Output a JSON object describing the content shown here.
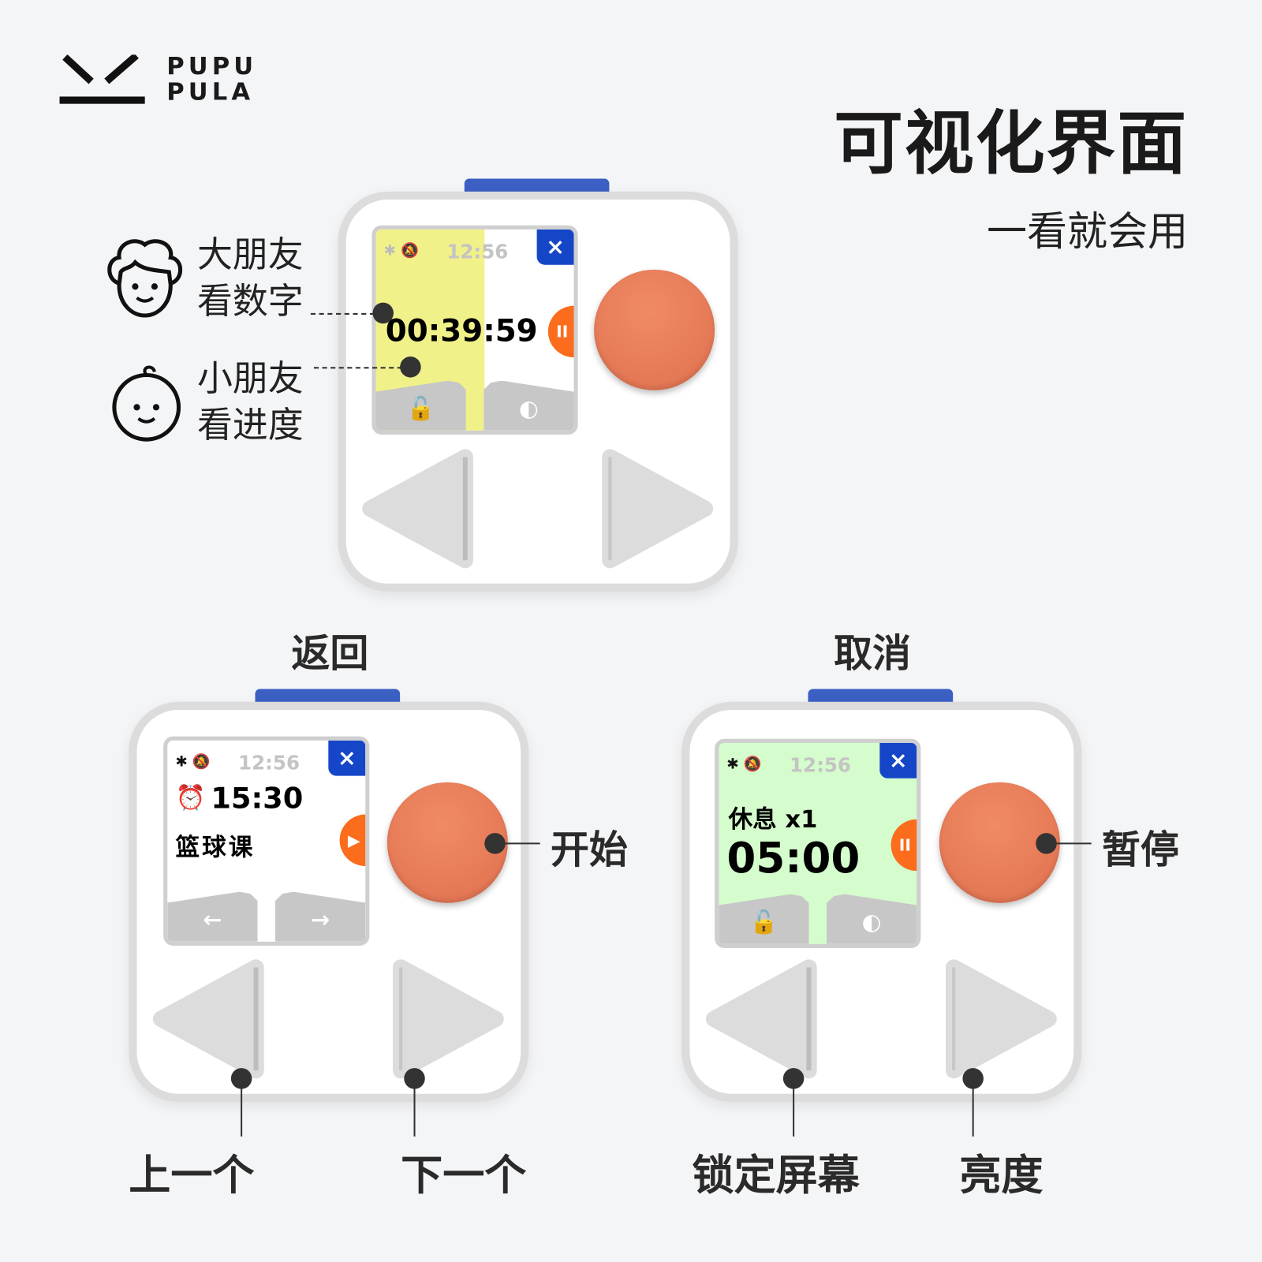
{
  "brand": {
    "line1": "PUPU",
    "line2": "PULA"
  },
  "header": {
    "title": "可视化界面",
    "subtitle": "一看就会用"
  },
  "top_device": {
    "status_time": "12:56",
    "close": "×",
    "countdown": "00:39:59",
    "pause": "II",
    "progress_fraction": 0.55,
    "left_icon": "unlock-icon",
    "right_icon": "brightness-icon",
    "callouts": [
      {
        "line1": "大朋友",
        "line2": "看数字"
      },
      {
        "line1": "小朋友",
        "line2": "看进度"
      }
    ]
  },
  "left_device": {
    "heading": "返回",
    "status_time": "12:56",
    "close": "×",
    "alarm_time": "15:30",
    "event": "篮球课",
    "play": "▶",
    "left_soft": "←",
    "right_soft": "→",
    "button_label": "开始",
    "left_tri_label": "上一个",
    "right_tri_label": "下一个"
  },
  "right_device": {
    "heading": "取消",
    "status_time": "12:56",
    "close": "×",
    "rest": "休息 x1",
    "timer": "05:00",
    "pause": "II",
    "button_label": "暂停",
    "left_tri_label": "锁定屏幕",
    "right_tri_label": "亮度"
  },
  "colors": {
    "accent_blue": "#1546c8",
    "orange": "#fb6c1d",
    "button": "#e57a55",
    "yellow": "#f1f18a",
    "green": "#d4fccc"
  }
}
